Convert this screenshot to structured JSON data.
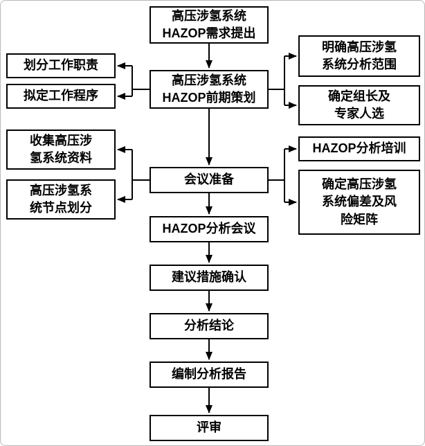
{
  "flowchart": {
    "main": [
      {
        "id": "demand",
        "label": "高压涉氢系统\nHAZOP需求提出"
      },
      {
        "id": "planning",
        "label": "高压涉氢系统\nHAZOP前期策划"
      },
      {
        "id": "meeting-prep",
        "label": "会议准备"
      },
      {
        "id": "analysis-meeting",
        "label": "HAZOP分析会议"
      },
      {
        "id": "measures",
        "label": "建议措施确认"
      },
      {
        "id": "conclusion",
        "label": "分析结论"
      },
      {
        "id": "report",
        "label": "编制分析报告"
      },
      {
        "id": "review",
        "label": "评审"
      }
    ],
    "left": [
      {
        "id": "duties",
        "label": "划分工作职责"
      },
      {
        "id": "procedures",
        "label": "拟定工作程序"
      },
      {
        "id": "collect-data",
        "label": "收集高压涉\n氢系统资料"
      },
      {
        "id": "node-division",
        "label": "高压涉氢系\n统节点划分"
      }
    ],
    "right": [
      {
        "id": "scope",
        "label": "明确高压涉氢\n系统分析范围"
      },
      {
        "id": "leader",
        "label": "确定组长及\n专家人选"
      },
      {
        "id": "training",
        "label": "HAZOP分析培训"
      },
      {
        "id": "deviation-matrix",
        "label": "确定高压涉氢\n系统偏差及风\n险矩阵"
      }
    ],
    "edges": [
      {
        "from": "demand",
        "to": "planning"
      },
      {
        "from": "planning",
        "to": "duties"
      },
      {
        "from": "planning",
        "to": "procedures"
      },
      {
        "from": "planning",
        "to": "scope"
      },
      {
        "from": "planning",
        "to": "leader"
      },
      {
        "from": "planning",
        "to": "meeting-prep"
      },
      {
        "from": "meeting-prep",
        "to": "collect-data"
      },
      {
        "from": "meeting-prep",
        "to": "node-division"
      },
      {
        "from": "meeting-prep",
        "to": "training"
      },
      {
        "from": "meeting-prep",
        "to": "deviation-matrix"
      },
      {
        "from": "meeting-prep",
        "to": "analysis-meeting"
      },
      {
        "from": "analysis-meeting",
        "to": "measures"
      },
      {
        "from": "measures",
        "to": "conclusion"
      },
      {
        "from": "conclusion",
        "to": "report"
      },
      {
        "from": "report",
        "to": "review"
      }
    ],
    "line_color": "#000000",
    "box_background": "#ffffff"
  }
}
